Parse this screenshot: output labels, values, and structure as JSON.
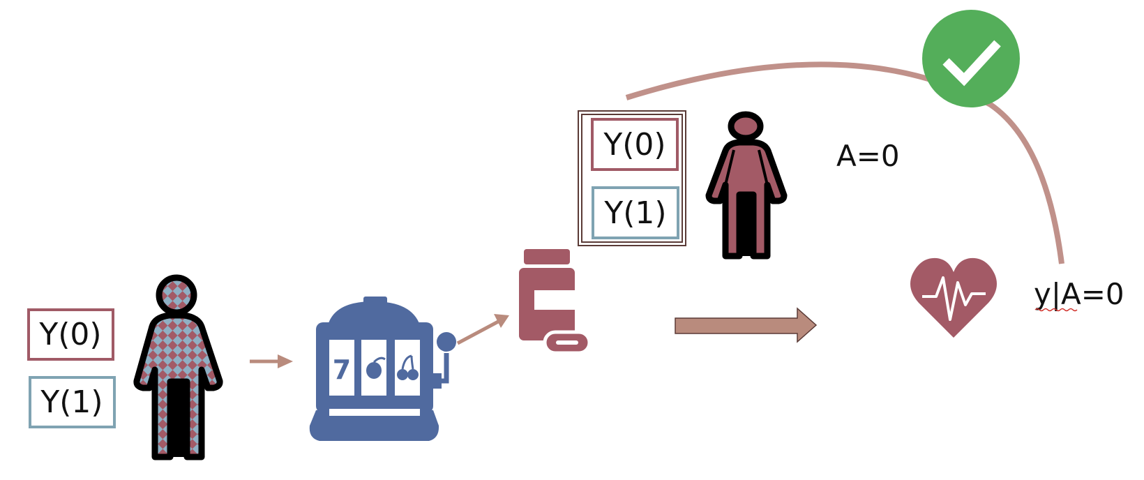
{
  "colors": {
    "y0_border": "#a05a66",
    "y1_border": "#7fa3b2",
    "person_fill": "#a35a66",
    "person_check_b": "#8fb0c4",
    "slot_machine": "#506a9f",
    "pill_bottle": "#a35a66",
    "arrow": "#b98b7d",
    "arc": "#c0918a",
    "heart": "#a35a66",
    "check_circle": "#54ae5a",
    "outline": "#000000"
  },
  "left_group": {
    "y0_label": "Y(0)",
    "y1_label": "Y(1)"
  },
  "treated_group": {
    "y0_label": "Y(0)",
    "y1_label": "Y(1)",
    "assignment_label": "A=0"
  },
  "outcome": {
    "label": "y|A=0"
  },
  "icons": {
    "person_mixed": "person-mixed-icon",
    "slot_machine": "slot-machine-icon",
    "pill_bottle": "pill-bottle-icon",
    "person_control": "person-control-icon",
    "heart": "heart-pulse-icon",
    "check": "check-circle-icon"
  },
  "slot_symbols": [
    "7",
    "🍋",
    "🍒"
  ]
}
